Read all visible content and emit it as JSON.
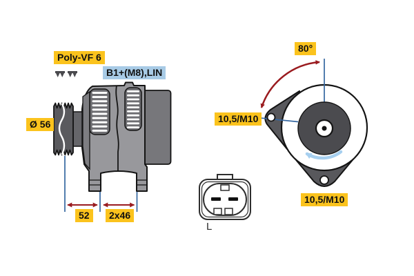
{
  "document": {
    "kind": "alternator-technical-diagram"
  },
  "side_view": {
    "belt_type_label": "Poly-VF 6",
    "terminal_label": "B1+(M8),LIN",
    "pulley_diameter_label": "Ø 56",
    "dim_pulley_to_mount": "52",
    "dim_mount_spacing": "2x46"
  },
  "front_view": {
    "mount_angle_label": "80°",
    "mount_hole_left_label": "10,5/M10",
    "mount_hole_bottom_label": "10,5/M10"
  },
  "connector": {
    "pin_label": "L"
  },
  "icons": {
    "belt_profile": "poly-v-belt-profile-icon",
    "rotation": "rotation-direction-arrow-icon"
  },
  "colors": {
    "highlight_bg": "#FBC31D",
    "terminal_bg": "#A8CBE6",
    "dimension_blue": "#3466A0",
    "arrow_red": "#9A1B1F",
    "rotation_blue": "#A6CFEF",
    "body_gray": "#98989C",
    "dark_gray": "#6E6E72",
    "outline": "#141414"
  }
}
